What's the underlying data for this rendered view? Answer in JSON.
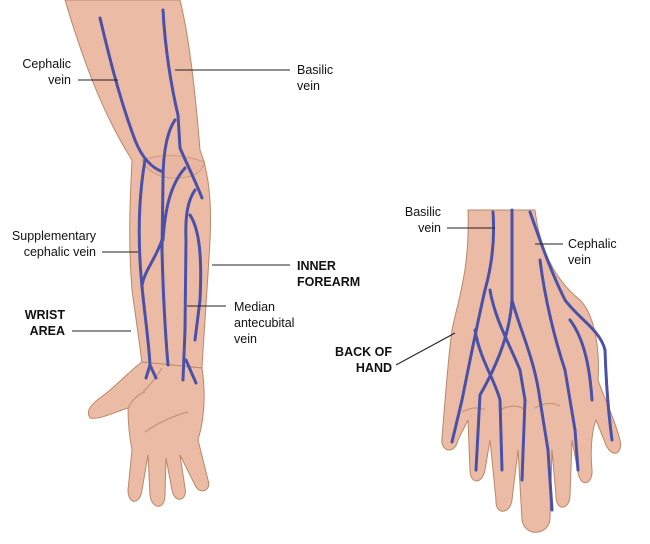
{
  "title": "Veins of the arm and hand",
  "labels": {
    "cephalic_left": [
      "Cephalic",
      "vein"
    ],
    "basilic_left": [
      "Basilic",
      "vein"
    ],
    "supplementary": [
      "Supplementary",
      "cephalic vein"
    ],
    "inner_forearm": [
      "INNER",
      "FOREARM"
    ],
    "median": [
      "Median",
      "antecubital",
      "vein"
    ],
    "wrist_area": [
      "WRIST",
      "AREA"
    ],
    "basilic_right": [
      "Basilic",
      "vein"
    ],
    "cephalic_right": [
      "Cephalic",
      "vein"
    ],
    "back_of_hand": [
      "BACK OF",
      "HAND"
    ]
  },
  "colors": {
    "vein": "#4a51a8",
    "skin": "#ebbba6"
  }
}
